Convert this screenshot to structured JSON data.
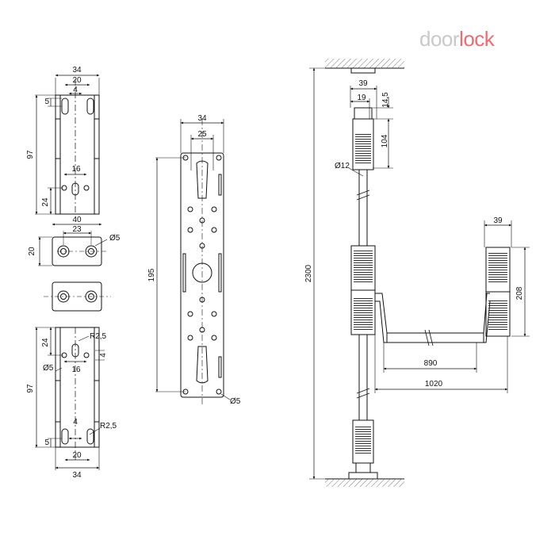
{
  "brand": {
    "part1": "door",
    "part2": "lock",
    "color_gray": "#c9c9c9",
    "color_accent": "#f06a72"
  },
  "colors": {
    "line": "#111111",
    "fill": "#ffffff",
    "hatch": "#555555"
  },
  "icons": [
    "lock-bracket",
    "faceplate",
    "door-frame",
    "push-bar"
  ],
  "top_bracket": {
    "width": "34",
    "inner": "20",
    "slot": "4",
    "offset": "5",
    "height": "97",
    "lower": "24",
    "hole_span": "16"
  },
  "strike_front": {
    "width": "40",
    "span": "23",
    "hole": "Ø5",
    "height": "20"
  },
  "bottom_bracket": {
    "lower": "24",
    "radius": "R2,5",
    "hole": "Ø5",
    "hole_span": "16",
    "small": "4",
    "height": "97",
    "slot": "4",
    "radius2": "R2,5",
    "offset": "5",
    "inner": "20",
    "width": "34"
  },
  "plate": {
    "width": "34",
    "inner": "25",
    "height": "195",
    "hole": "Ø5"
  },
  "assembly": {
    "total_height": "2300",
    "rod_width": "39",
    "rod_inner": "19",
    "cap": "14,5",
    "head_height": "104",
    "rod_diameter": "Ø12",
    "handle_width": "39",
    "handle_height": "208",
    "bar_length": "890",
    "total_width": "1020"
  }
}
